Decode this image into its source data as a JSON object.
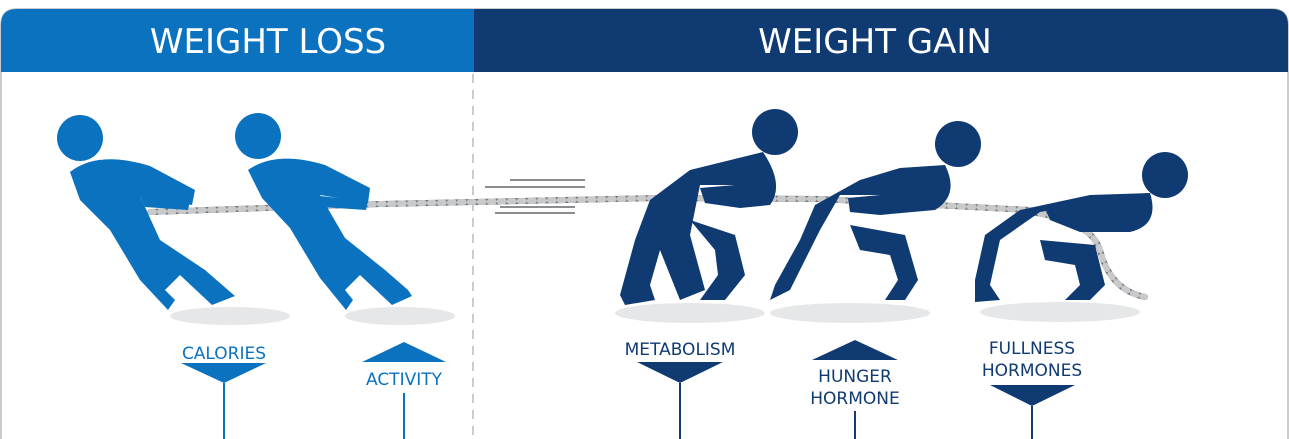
{
  "headers": {
    "loss": "WEIGHT LOSS",
    "gain": "WEIGHT GAIN"
  },
  "labels": {
    "calories": "CALORIES",
    "activity": "ACTIVITY",
    "metabolism": "METABOLISM",
    "hunger_line1": "HUNGER",
    "hunger_line2": "HORMONE",
    "fullness_line1": "FULLNESS",
    "fullness_line2": "HORMONES"
  },
  "indicators": {
    "calories": "down",
    "activity": "up",
    "metabolism": "down",
    "hunger": "up",
    "fullness": "down"
  },
  "colors": {
    "loss": "#0b72c0",
    "gain": "#0f3a72",
    "rope": "#8a8c8f",
    "shadow": "#e6e7e8",
    "divider": "#c9cbcd",
    "border": "#b9bbbd"
  },
  "icons": [
    "puller-figure-icon",
    "rope-icon",
    "motion-lines-icon",
    "down-triangle-icon",
    "up-triangle-icon"
  ]
}
